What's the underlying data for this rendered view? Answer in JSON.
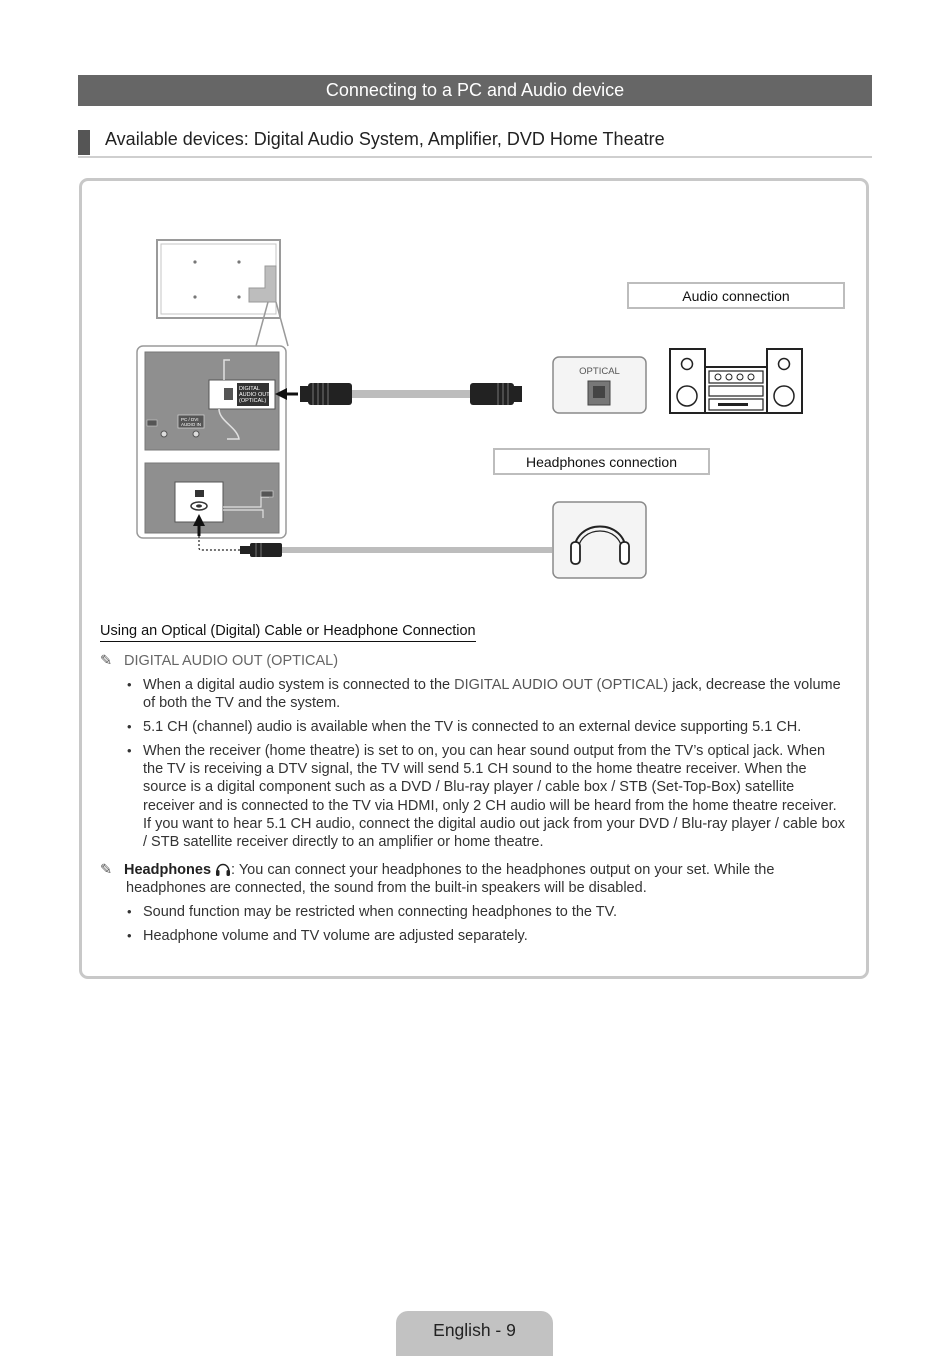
{
  "header": {
    "title": "Connecting to a PC and Audio device",
    "subtitle": "Available devices: Digital Audio System, Amplifier, DVD Home Theatre"
  },
  "diagram": {
    "audio_connection_label": "Audio connection",
    "headphones_connection_label": "Headphones connection",
    "optical_label": "OPTICAL",
    "port_digital_audio_out": "DIGITAL AUDIO OUT (OPTICAL)",
    "port_pc_dvi_audio_in": "PC / DVI AUDIO IN"
  },
  "section": {
    "title": "Using an Optical (Digital) Cable or Headphone Connection",
    "note1_title": "DIGITAL AUDIO OUT (OPTICAL)",
    "bullets1": [
      {
        "pre": "When a digital audio system is connected to the ",
        "bold": "DIGITAL AUDIO OUT (OPTICAL)",
        "post": " jack, decrease the volume of both the TV and the system."
      },
      {
        "pre": "5.1 CH (channel) audio is available when the TV is connected to an external device supporting 5.1 CH.",
        "bold": "",
        "post": ""
      },
      {
        "pre": "When the receiver (home theatre) is set to on, you can hear sound output from the TV’s optical jack. When the TV is receiving a DTV signal, the TV will send 5.1 CH sound to the home theatre receiver. When the source is a digital component such as a DVD / Blu-ray player / cable box / STB (Set-Top-Box) satellite receiver and is connected to the TV via HDMI, only 2 CH audio will be heard from the home theatre receiver. If you want to hear 5.1 CH audio, connect the digital audio out jack from your DVD / Blu-ray player / cable box / STB satellite receiver directly to an amplifier or home theatre.",
        "bold": "",
        "post": ""
      }
    ],
    "note2_title": "Headphones",
    "note2_text": ": You can connect your headphones to the headphones output on your set. While the headphones are connected, the sound from the built-in speakers will be disabled.",
    "bullets2": [
      "Sound function may be restricted when connecting headphones to the TV.",
      "Headphone volume and TV volume are adjusted separately."
    ]
  },
  "footer": {
    "page_label": "English - 9"
  },
  "icons": {
    "note": "pencil-icon",
    "headphones": "headphones-icon"
  }
}
